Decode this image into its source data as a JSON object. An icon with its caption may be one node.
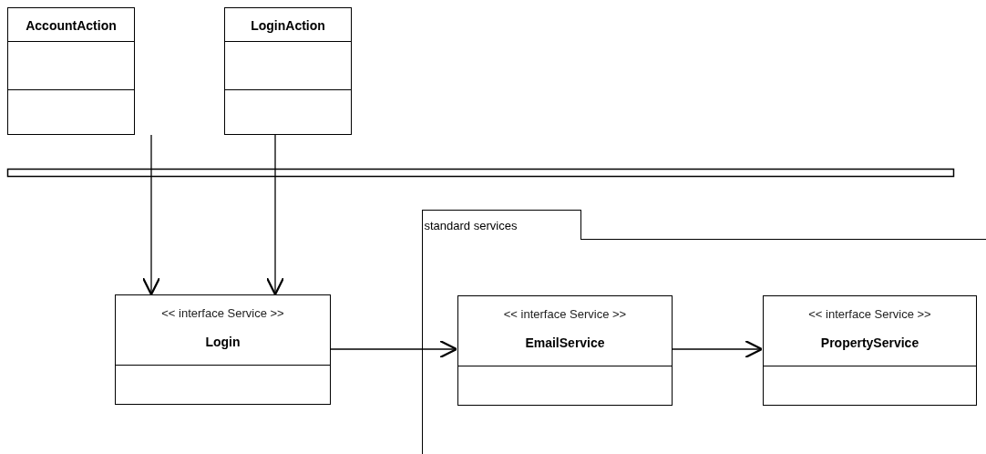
{
  "diagram": {
    "nodes": [
      {
        "text": [
          "AccountAction"
        ]
      },
      {
        "text": [
          "LoginAction"
        ]
      },
      {
        "text": [
          "<< interface Service >>",
          "Login"
        ]
      },
      {
        "text": [
          "standard services"
        ]
      },
      {
        "text": [
          "<< interface Service >>",
          "EmailService"
        ],
        "in": 3
      },
      {
        "text": [
          "<< interface Service >>",
          "PropertyService"
        ],
        "in": 3
      }
    ],
    "edges": [
      {
        "from": 0,
        "to": 2,
        "arrow": "to"
      },
      {
        "from": 1,
        "to": 2,
        "arrow": "to"
      },
      {
        "from": 2,
        "to": 4,
        "arrow": "to"
      },
      {
        "from": 4,
        "to": 5,
        "arrow": "to"
      }
    ]
  }
}
